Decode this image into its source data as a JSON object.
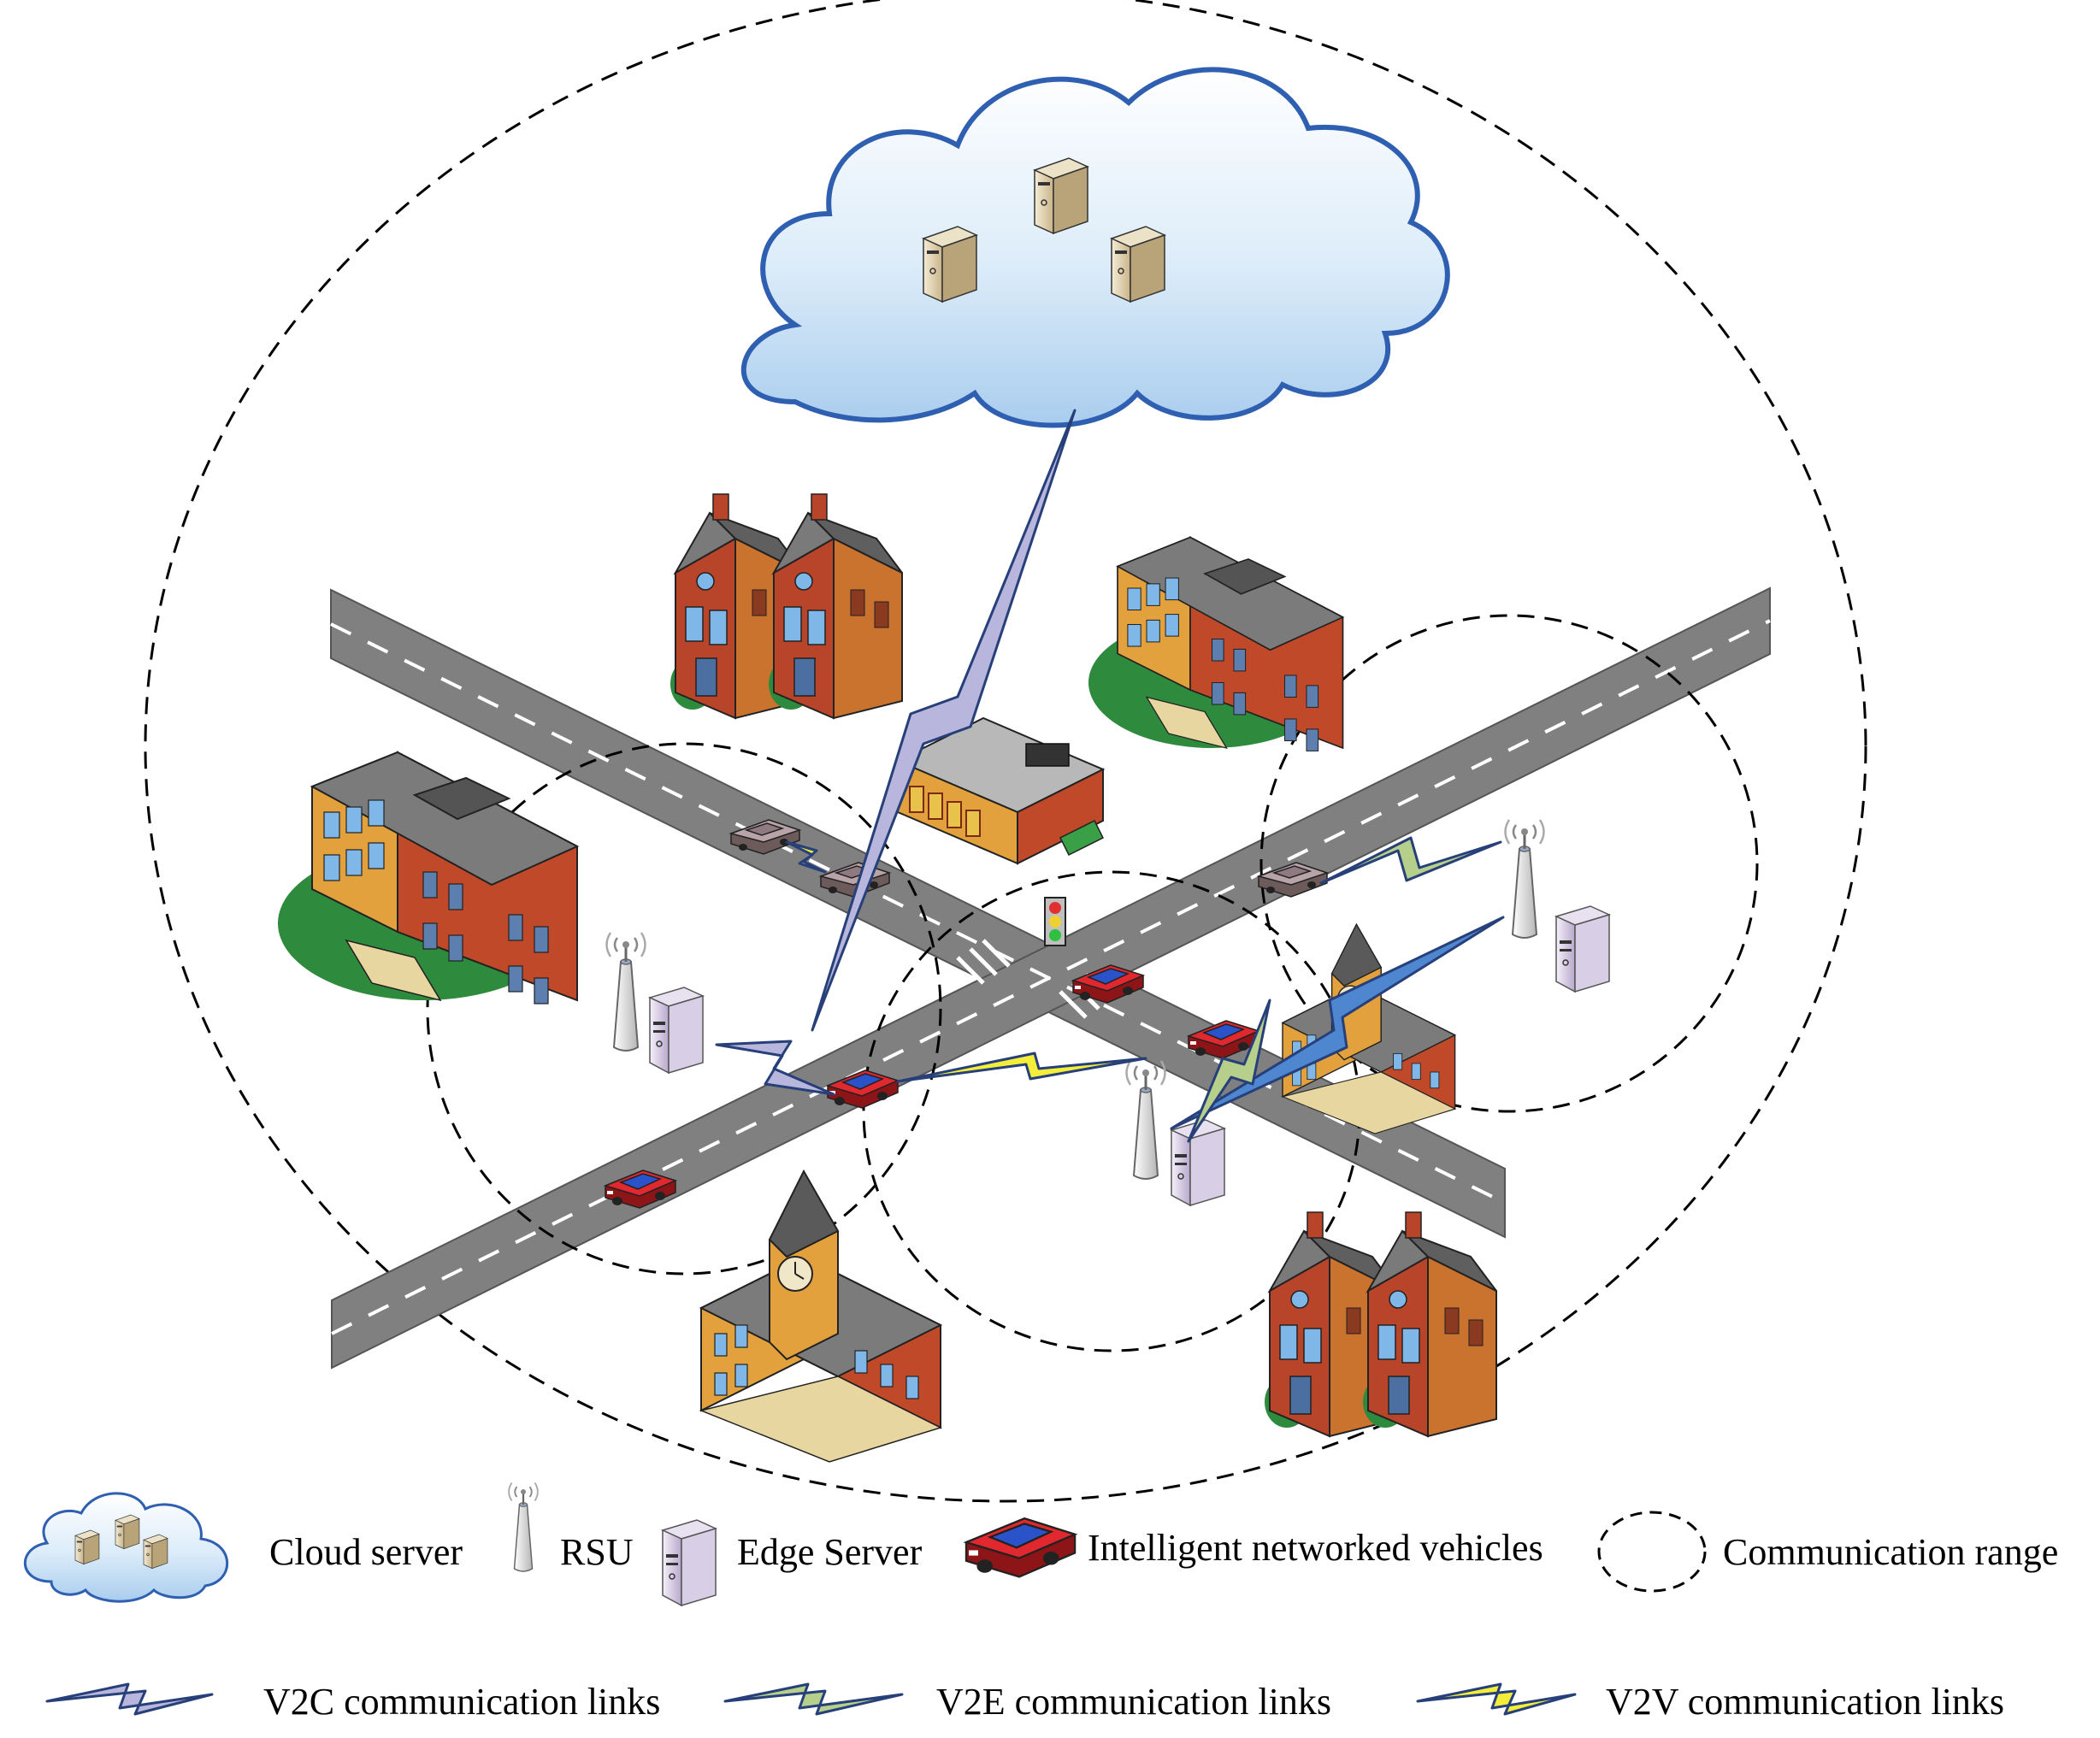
{
  "legend": {
    "row1": [
      {
        "label": "Cloud server",
        "icon": "cloud-server-icon"
      },
      {
        "label": "RSU",
        "icon": "rsu-antenna-icon"
      },
      {
        "label": "Edge Server",
        "icon": "edge-server-icon"
      },
      {
        "label": "Intelligent networked vehicles",
        "icon": "vehicle-icon"
      },
      {
        "label": "Communication range",
        "icon": "dashed-circle-icon"
      }
    ],
    "row2": [
      {
        "label": "V2C communication links",
        "icon": "v2c-link-icon"
      },
      {
        "label": "V2E communication links",
        "icon": "v2e-link-icon"
      },
      {
        "label": "V2V communication links",
        "icon": "v2v-link-icon"
      }
    ]
  },
  "colors": {
    "road": "#808080",
    "road_edge": "#5a5a5a",
    "cloud_fill": "#cfe4f7",
    "cloud_stroke": "#2f5fb0",
    "v2c_link": "#b9b6dd",
    "v2e_link": "#b6cf8a",
    "v2v_link": "#f3ee3a",
    "link_stroke": "#27407a",
    "vehicle_body": "#d9242b",
    "vehicle_roof": "#2850c8",
    "building_brick": "#c0492a",
    "building_tan": "#e0a040",
    "roof_gray": "#7a7a7a",
    "lawn": "#2e8a3c"
  }
}
